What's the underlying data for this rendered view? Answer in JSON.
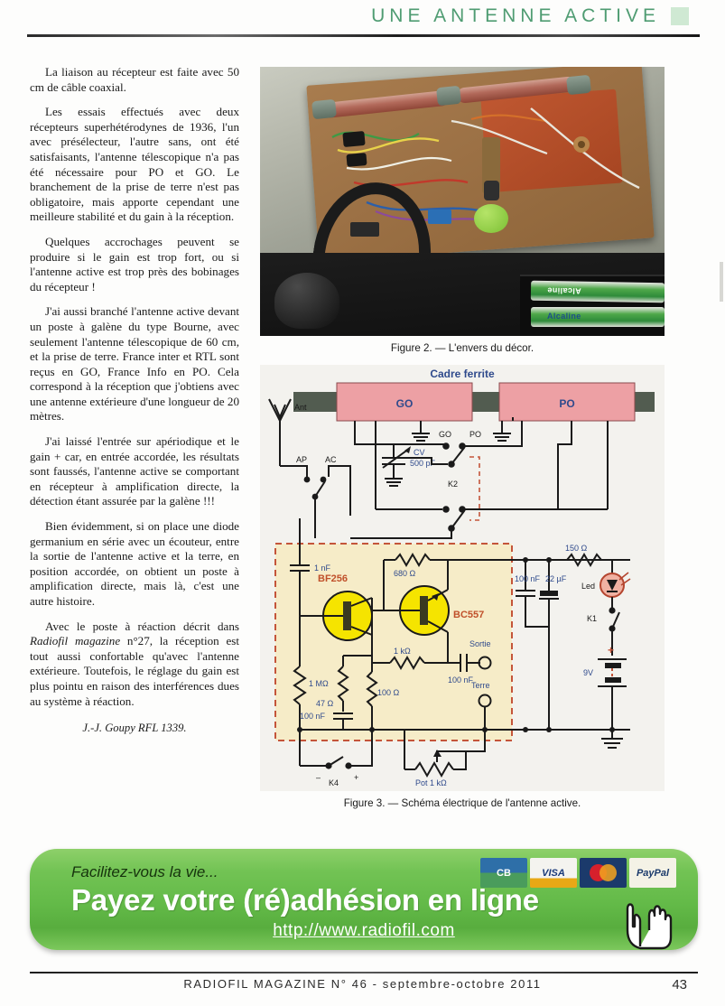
{
  "header": {
    "title": "UNE ANTENNE ACTIVE"
  },
  "article": {
    "paragraphs": [
      "La liaison au récepteur est faite avec 50 cm de câble coaxial.",
      "Les essais effectués avec deux récepteurs superhétérodynes de 1936, l'un avec présélecteur, l'autre sans, ont été satisfaisants, l'antenne télescopique n'a pas été nécessaire pour PO et GO. Le branchement de la prise de terre n'est pas obligatoire, mais apporte cependant une meilleure stabilité et du gain à la réception.",
      "Quelques accrochages peuvent se produire si le gain est trop fort, ou si l'antenne active est trop près des bobinages du récepteur !",
      "J'ai aussi branché l'antenne active devant un poste à galène du type Bourne, avec seulement l'antenne télescopique de 60 cm, et la prise de terre. France inter et RTL sont reçus en GO, France Info en PO. Cela correspond à la réception que j'obtiens avec une antenne extérieure d'une longueur de 20 mètres.",
      "J'ai laissé l'entrée sur apériodique et le gain + car, en entrée accordée, les résultats sont faussés, l'antenne active se comportant en récepteur à amplification directe, la détection étant assurée par la galène !!!",
      "Bien évidemment, si on place une diode germanium en série avec un écouteur, entre la sortie de l'antenne active et la terre, en position accordée, on obtient un poste à amplification directe, mais là, c'est une autre histoire.",
      "Avec le poste à réaction décrit dans Radiofil magazine n°27, la réception est tout aussi confortable qu'avec l'antenne extérieure. Toutefois, le réglage du gain est plus pointu en raison des interférences dues au système à réaction."
    ],
    "signature": "J.-J. Goupy RFL 1339."
  },
  "figure2": {
    "caption": "Figure 2. — L'envers du décor.",
    "battery_label_1": "Alcaline",
    "battery_label_2": "Alcaline"
  },
  "figure3": {
    "caption": "Figure 3. — Schéma électrique de l'antenne active.",
    "title": "Cadre ferrite",
    "labels": {
      "coil_go": "GO",
      "coil_po": "PO",
      "antenna": "Ant",
      "switch_ap": "AP",
      "switch_ac": "AC",
      "sw_go": "GO",
      "sw_po": "PO",
      "cv": "CV",
      "cv_value": "500 pF",
      "k2": "K2",
      "k1": "K1",
      "k4": "K4",
      "k4_minus": "–",
      "k4_plus": "+",
      "q1": "BF256",
      "q2": "BC557",
      "r_680": "680 Ω",
      "r_1m": "1 MΩ",
      "r_47": "47 Ω",
      "r_100": "100 Ω",
      "r_1k": "1 kΩ",
      "r_150": "150 Ω",
      "c_1nf": "1 nF",
      "c_100nf_in": "100 nF",
      "c_100nf_out": "100 nF",
      "c_100nf_psu": "100 nF",
      "c_22uf": "22 µF",
      "led": "Led",
      "battery": "9V",
      "battery_plus": "+",
      "out_sortie": "Sortie",
      "out_terre": "Terre",
      "pot": "Pot 1 kΩ"
    }
  },
  "ad": {
    "tagline": "Facilitez-vous la vie...",
    "headline": "Payez votre (ré)adhésion en ligne",
    "url": "http://www.radiofil.com",
    "cards": [
      "CB",
      "VISA",
      "MasterCard",
      "PayPal"
    ]
  },
  "footer": {
    "text": "RADIOFIL MAGAZINE N° 46 - septembre-octobre 2011",
    "page": "43"
  },
  "colors": {
    "header_green": "#4f9c72",
    "coil_pink": "#eda0a4",
    "transistor_yellow": "#f5e400",
    "dashed_orange": "#c4553a",
    "schema_label_blue": "#2f4a8c",
    "banner_green": "#63ba48"
  }
}
